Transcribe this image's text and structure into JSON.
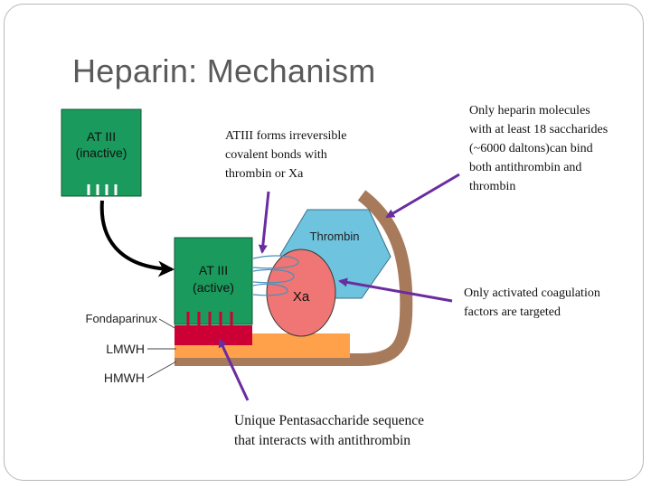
{
  "slide": {
    "title": "Heparin: Mechanism"
  },
  "diagram": {
    "atiii_inactive": {
      "line1": "AT III",
      "line2": "(inactive)"
    },
    "atiii_active": {
      "line1": "AT III",
      "line2": "(active)"
    },
    "thrombin": "Thrombin",
    "xa": "Xa",
    "legend": {
      "fondaparinux": "Fondaparinux",
      "lmwh": "LMWH",
      "hmwh": "HMWH"
    },
    "colors": {
      "atiii": "#1a9a5c",
      "thrombin": "#6ec3df",
      "xa": "#f07575",
      "fondaparinux": "#cc0035",
      "lmwh": "#ffa04a",
      "hmwh": "#a87a5c",
      "arrow": "#6a2ca0"
    }
  },
  "annotations": {
    "saccharides": [
      "Only heparin molecules",
      "with at least 18 saccharides",
      "(~6000 daltons)can bind",
      "both antithrombin and",
      "thrombin"
    ],
    "covalent": [
      "ATIII forms irreversible",
      "covalent bonds with",
      "thrombin or Xa"
    ],
    "activated": [
      "Only activated coagulation",
      "factors are targeted"
    ],
    "pentasaccharide": [
      "Unique Pentasaccharide sequence",
      "that interacts with antithrombin"
    ]
  }
}
